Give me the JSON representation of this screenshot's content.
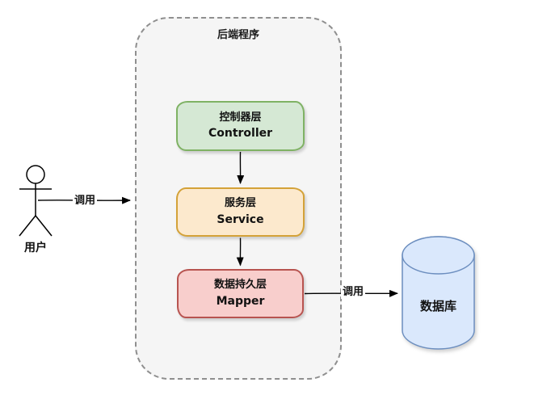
{
  "diagram": {
    "background": "#ffffff",
    "container": {
      "label": "后端程序",
      "fill": "#f5f5f5",
      "border_color": "#8f8f8f"
    },
    "nodes": {
      "user": {
        "label": "用户"
      },
      "controller": {
        "label_zh": "控制器层",
        "label_en": "Controller",
        "fill": "#d5e8d4",
        "stroke": "#82b366"
      },
      "service": {
        "label_zh": "服务层",
        "label_en": "Service",
        "fill": "#ffe6cc",
        "stroke": "#d79b00"
      },
      "mapper": {
        "label_zh": "数据持久层",
        "label_en": "Mapper",
        "fill": "#f8cecc",
        "stroke": "#b85450"
      },
      "database": {
        "label": "数据库",
        "fill": "#dae8fc",
        "stroke": "#6c8ebf"
      }
    },
    "edges": {
      "user_to_backend": {
        "label": "调用"
      },
      "mapper_to_database": {
        "label": "调用"
      }
    }
  }
}
